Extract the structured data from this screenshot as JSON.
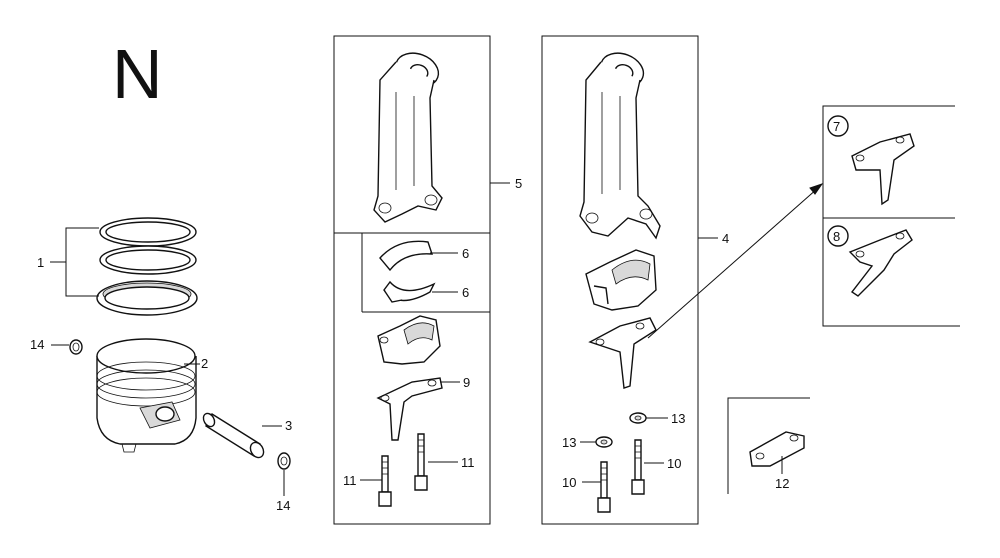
{
  "diagram": {
    "section_letter": "N",
    "callouts": {
      "c1": "1",
      "c2": "2",
      "c3": "3",
      "c4": "4",
      "c5": "5",
      "c6a": "6",
      "c6b": "6",
      "c7": "7",
      "c8": "8",
      "c9": "9",
      "c10a": "10",
      "c10b": "10",
      "c11a": "11",
      "c11b": "11",
      "c12": "12",
      "c13a": "13",
      "c13b": "13",
      "c14a": "14",
      "c14b": "14"
    }
  }
}
